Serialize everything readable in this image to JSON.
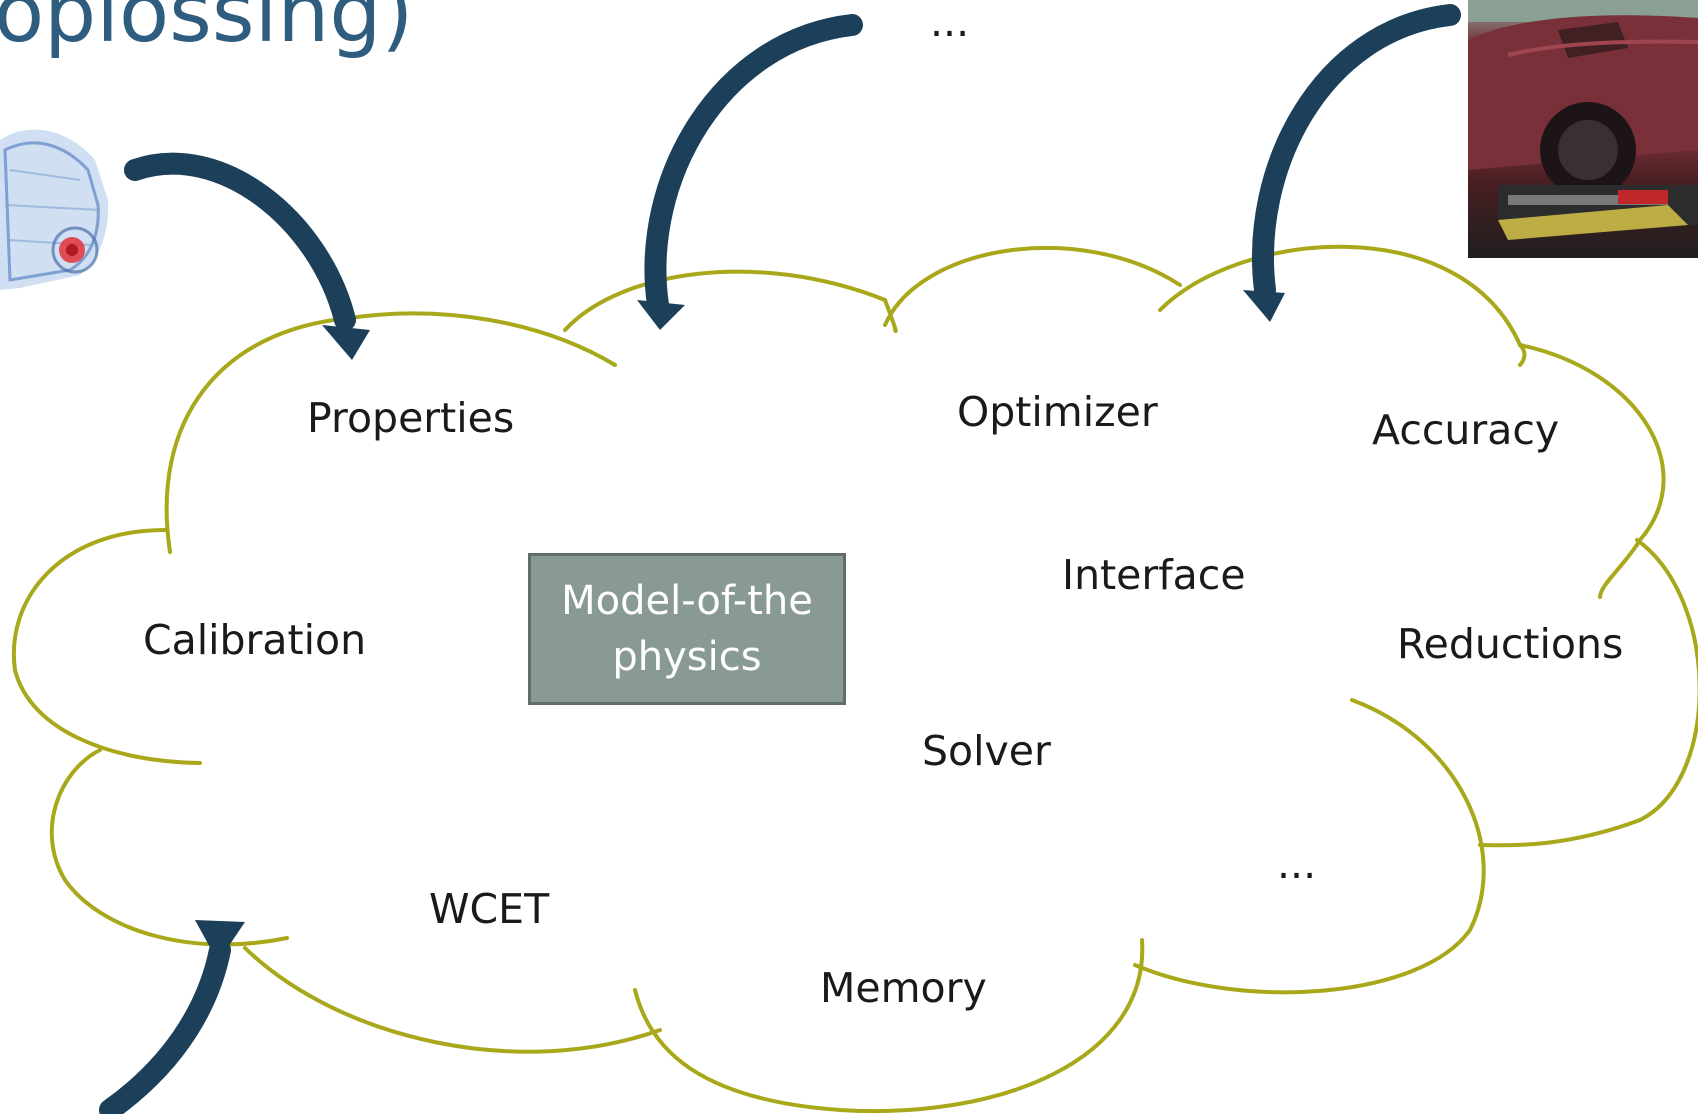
{
  "title_fragment": "oplossing)",
  "model_box": {
    "line1": "Model-of-the",
    "line2": "physics"
  },
  "labels": {
    "properties": "Properties",
    "optimizer": "Optimizer",
    "accuracy": "Accuracy",
    "interface": "Interface",
    "calibration": "Calibration",
    "reductions": "Reductions",
    "solver": "Solver",
    "ellipsis_inside": "...",
    "wcet": "WCET",
    "memory": "Memory",
    "ellipsis_top": "..."
  },
  "colors": {
    "cloud_outline": "#a8a81a",
    "arrow": "#1c3f5a",
    "model_box_fill": "#899a96",
    "title_text": "#2f5d80"
  }
}
